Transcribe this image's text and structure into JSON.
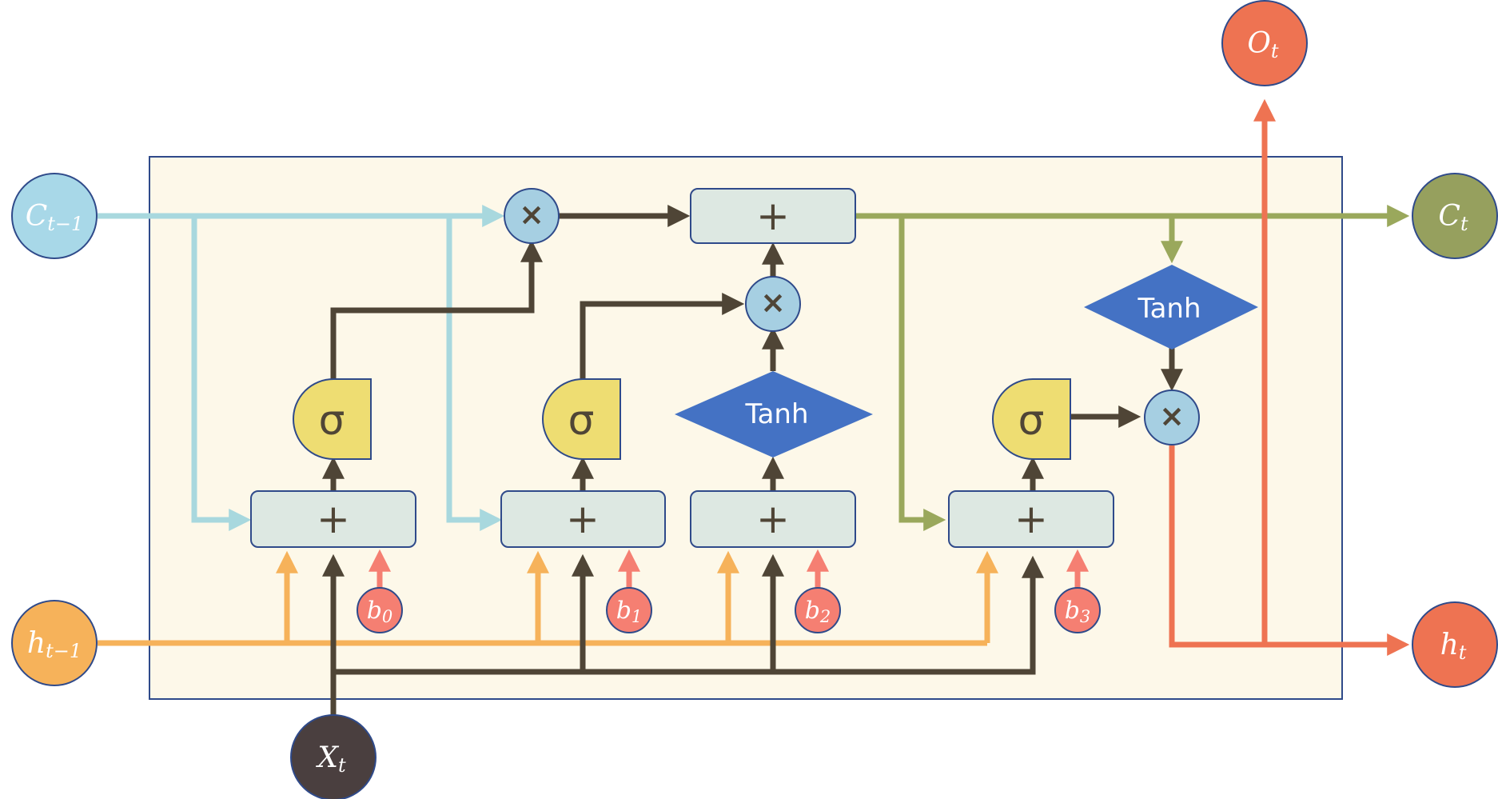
{
  "nodes": {
    "c_prev": {
      "base": "C",
      "sub": "t−1"
    },
    "h_prev": {
      "base": "h",
      "sub": "t−1"
    },
    "x_t": {
      "base": "X",
      "sub": "t"
    },
    "c_t": {
      "base": "C",
      "sub": "t"
    },
    "h_t": {
      "base": "h",
      "sub": "t"
    },
    "o_t": {
      "base": "O",
      "sub": "t"
    }
  },
  "biases": [
    {
      "base": "b",
      "sub": "0"
    },
    {
      "base": "b",
      "sub": "1"
    },
    {
      "base": "b",
      "sub": "2"
    },
    {
      "base": "b",
      "sub": "3"
    }
  ],
  "ops": {
    "plus": "+",
    "times": "×",
    "sigma": "σ",
    "tanh": "Tanh"
  },
  "colors": {
    "cell_bg": "#fdf8e9",
    "cell_border": "#2f4a8a",
    "c_prev": "#a8d8de",
    "c_t": "#9aa85c",
    "h_prev": "#f6b25a",
    "h_t": "#ee7352",
    "x_t": "#4f4536",
    "bias": "#f57f72",
    "sum_box": "#dde8e2",
    "sigma": "#eedd72",
    "mult": "#a6cfe2",
    "tanh": "#4472c4"
  }
}
